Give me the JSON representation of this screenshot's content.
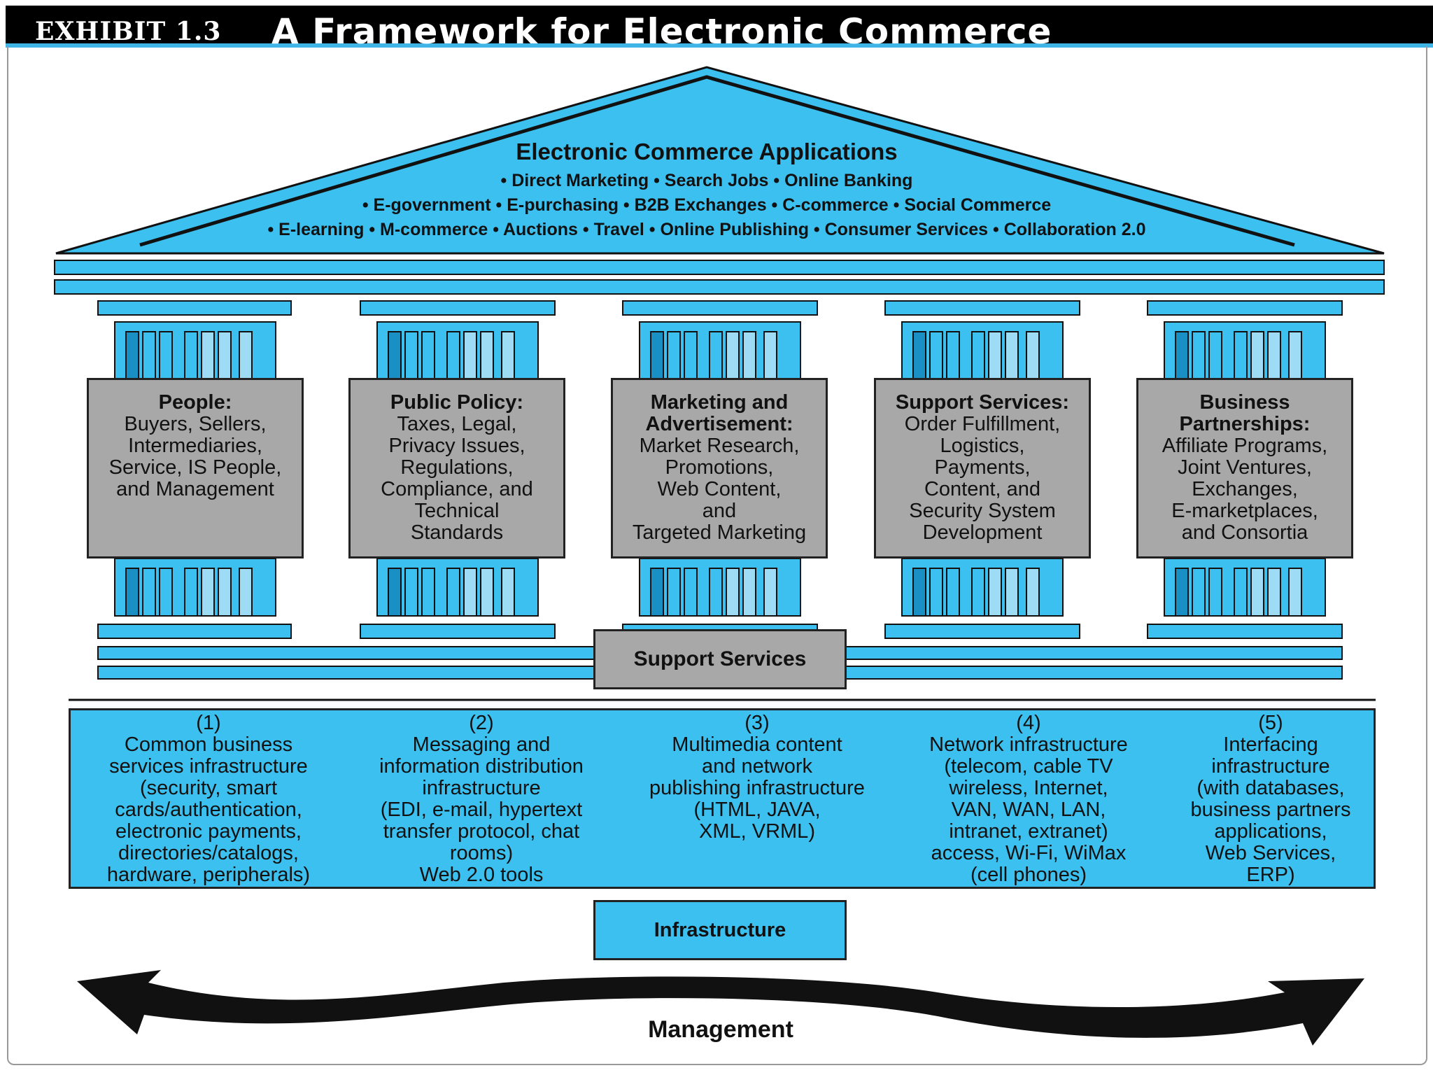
{
  "header": {
    "exhibit": "EXHIBIT 1.3",
    "title": "A Framework for Electronic Commerce"
  },
  "roof": {
    "title": "Electronic Commerce Applications",
    "lines": [
      "• Direct Marketing • Search Jobs • Online Banking",
      "• E-government • E-purchasing • B2B Exchanges • C-commerce • Social Commerce",
      "• E-learning • M-commerce • Auctions • Travel • Online Publishing • Consumer Services • Collaboration 2.0"
    ]
  },
  "pillars": [
    {
      "heading": "People:",
      "body": "Buyers, Sellers,\nIntermediaries,\nService, IS People,\nand Management"
    },
    {
      "heading": "Public Policy:",
      "body": "Taxes, Legal,\nPrivacy Issues,\nRegulations,\nCompliance, and\nTechnical\nStandards"
    },
    {
      "heading": "Marketing and\nAdvertisement:",
      "body": "Market Research,\nPromotions,\nWeb Content,\nand\nTargeted Marketing"
    },
    {
      "heading": "Support Services:",
      "body": "Order Fulfillment,\nLogistics,\nPayments,\nContent, and\nSecurity System\nDevelopment"
    },
    {
      "heading": "Business\nPartnerships:",
      "body": "Affiliate Programs,\nJoint Ventures,\nExchanges,\nE-marketplaces,\nand Consortia"
    }
  ],
  "support_label": "Support Services",
  "infrastructure": {
    "columns": [
      "(1)\nCommon business\nservices infrastructure\n(security, smart\ncards/authentication,\nelectronic payments,\ndirectories/catalogs,\nhardware, peripherals)",
      "(2)\nMessaging and\ninformation distribution\ninfrastructure\n(EDI, e-mail, hypertext\ntransfer protocol, chat\nrooms)\nWeb 2.0 tools",
      "(3)\nMultimedia content\nand network\npublishing infrastructure\n(HTML, JAVA,\nXML, VRML)",
      "(4)\nNetwork infrastructure\n(telecom, cable TV\nwireless, Internet,\nVAN, WAN, LAN,\nintranet, extranet)\naccess, Wi-Fi, WiMax\n(cell phones)",
      "(5)\nInterfacing\ninfrastructure\n(with databases,\nbusiness partners\napplications,\nWeb Services,\nERP)"
    ],
    "label": "Infrastructure"
  },
  "management_label": "Management",
  "colors": {
    "blue": "#3cc0f0",
    "light_blue": "#9edcf6",
    "gray": "#a8a8a8",
    "dark": "#111111",
    "header_rule": "#3fb4e6"
  }
}
